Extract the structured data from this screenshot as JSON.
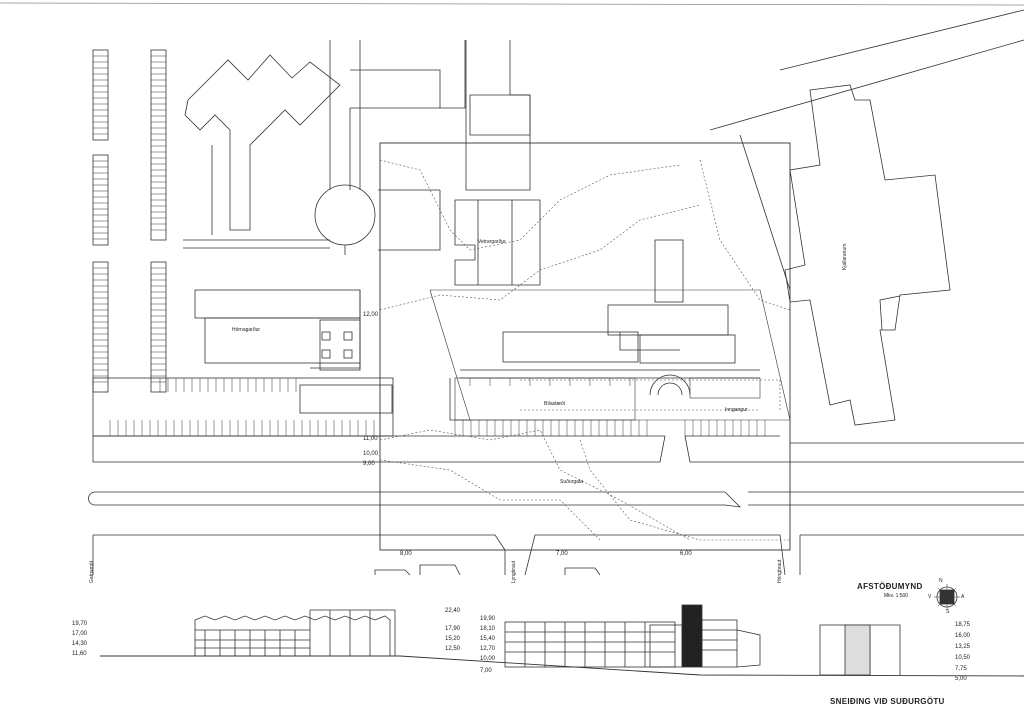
{
  "title": "AFSTÖÐUMYND",
  "scale": "Mkv. 1:500",
  "section_title": "SNEIÐING VIÐ SUÐURGÖTU",
  "building_labels": {
    "hornagardur": "Hórnagarður",
    "vetrargardur": "Vetrargarður",
    "gamli_bankinn": "Kjallaranum",
    "street": "Suðurgata",
    "bilastaedi": "Bílastæði",
    "inngangur": "Inngangur",
    "gatnamot": "Gatnamót",
    "hringbraut": "Hringbraut",
    "lyngbraut": "Lyngbraut"
  },
  "plan_levels": {
    "a": "12,00",
    "b": "11,00",
    "c": "10,00",
    "d": "9,00",
    "e": "8,00",
    "f": "7,00",
    "g": "6,00"
  },
  "section_left_levels": [
    "19,70",
    "17,00",
    "14,30",
    "11,60"
  ],
  "section_mid_levels": [
    "22,40",
    "19,90",
    "17,90",
    "18,10",
    "15,20",
    "15,40",
    "12,50",
    "12,70",
    "10,00",
    "7,00"
  ],
  "section_right_levels": [
    "18,75",
    "16,00",
    "13,25",
    "10,50",
    "7,75",
    "5,00"
  ],
  "north_arrow_letters": [
    "N",
    "A",
    "S",
    "V"
  ]
}
